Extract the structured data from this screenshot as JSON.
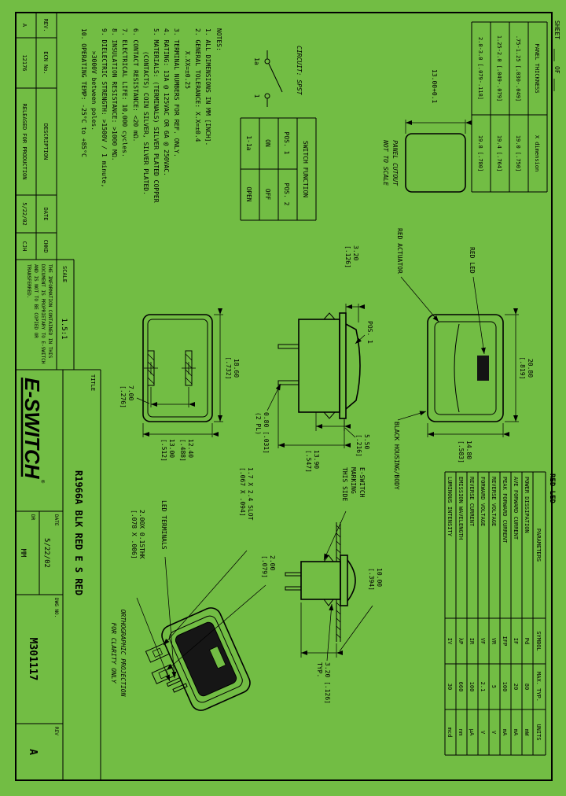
{
  "colors": {
    "bg": "#72bd44",
    "ink": "#000000"
  },
  "margin": {
    "sheet": "SHEET",
    "of": "OF"
  },
  "panel_table": {
    "h1": "PANEL THICKNESS",
    "h2": "X dimension",
    "rows": [
      [
        ".75-1.25 [.030-.049]",
        "19.0 [.750]"
      ],
      [
        "1.25-2.0 [.049-.079]",
        "19.4 [.764]"
      ],
      [
        "2.0-3.0 [.079-.118]",
        "19.8 [.780]"
      ]
    ]
  },
  "cutout": {
    "dim": "13.00+0.1",
    "label1": "PANEL CUTOUT",
    "label2": "NOT TO SCALE"
  },
  "circuit": {
    "caption": "CIRCUIT: SPST",
    "term_a": "1a",
    "term_b": "1"
  },
  "func_table": {
    "title": "SWITCH FUNCTION",
    "col1": "POS. 1",
    "col2": "POS. 2",
    "r1": [
      "ON",
      "OFF"
    ],
    "r2": [
      "1-1a",
      "OPEN"
    ]
  },
  "notes": {
    "title": "NOTES:",
    "items": [
      "1. ALL DIMENSIONS IN MM [INCH].",
      "2. GENERAL TOLERANCE: X.X=±0.4",
      "      X.XX=±0.25",
      "3. TERMINAL NUMBERS FOR REF. ONLY.",
      "4. RATING: 13A @ 125VAC OR 6A @ 250VAC.",
      "5. MATERIALS: (TERMINALS) SILVER PLATED COPPER",
      "      (CONTACTS) COIN SILVER, SILVER PLATED.",
      "6. CONTACT RESISTANCE: <20 mΩ.",
      "7. ELECTRICAL LIFE: 10,000 cycles.",
      "8. INSULATION RESISTANCE: >1000 MΩ.",
      "9. DIELECTRIC STRENGTH: >1500V / 1 minute,",
      "      >3000V between poles.",
      "10. OPERATING TEMP: -25°C to +85°C"
    ]
  },
  "face": {
    "dim_w": [
      "20.80",
      "[.819]"
    ],
    "dim_h": [
      "14.80",
      "[.583]"
    ]
  },
  "side": {
    "dim_protrusion": [
      "3.20",
      "[.126]"
    ],
    "dim_lip": [
      "5.50",
      "[.216]"
    ],
    "dim_h": [
      "13.90",
      "[.547]"
    ],
    "dim_term": [
      "0.80 [.031]",
      "(2 PL)"
    ],
    "pos1": "POS. 1"
  },
  "bottomv": {
    "dim_w": [
      "18.60",
      "[.732]"
    ],
    "dim_h1": [
      "12.40",
      "[.488]"
    ],
    "dim_h2": [
      "13.00",
      "[.512]"
    ],
    "dim_pitch": [
      "7.00",
      "[.276]"
    ]
  },
  "mount": {
    "dim_depth": [
      "10.00",
      "[.394]"
    ],
    "dim_gap": [
      "3.20 [.126]",
      "TYP."
    ],
    "marking": [
      "E-SWITCH",
      "MARKING",
      "THIS SIDE"
    ]
  },
  "pict": {
    "slot": [
      "1.7 X 2.4 SLOT",
      "[.067 X .094]"
    ],
    "slot_off": [
      "2.00",
      "[.079]"
    ],
    "led_terms": "LED TERMINALS",
    "led_dim": [
      "2.00X 0.15THK",
      "[.078 X .006]"
    ],
    "ortho": [
      "ORTHOGRAPHIC PROJECTION",
      "FOR CLARITY ONLY"
    ]
  },
  "callouts": {
    "red_led": "RED LED",
    "red_actuator": "RED ACTUATOR",
    "housing": "BLACK HOUSING/BODY"
  },
  "led_table": {
    "title": "RED LED",
    "headers": [
      "PARAMETERS",
      "SYMBOL",
      "MAX. TYP.",
      "UNITS"
    ],
    "rows": [
      [
        "POWER DISSIPATION",
        "Pd",
        "80",
        "mW"
      ],
      [
        "AVE FORWARD CURRENT",
        "IF",
        "20",
        "mA"
      ],
      [
        "PEAK FORWARD CURRENT",
        "IFP",
        "100",
        "mA"
      ],
      [
        "REVERSE VOLTAGE",
        "VR",
        "5",
        "V"
      ],
      [
        "FORWARD VOLTAGE",
        "VF",
        "2.1",
        "V"
      ],
      [
        "REVERSE CURRENT",
        "IR",
        "100",
        "µA"
      ],
      [
        "EMISSION WAVELENGTH",
        "λP",
        "660",
        "nm"
      ],
      [
        "LUMINOUS INTENSITY",
        "IV",
        "30",
        "mcd"
      ]
    ]
  },
  "title_block": {
    "rev_headers": [
      "REV.",
      "ECN No.",
      "DESCRIPTION",
      "DATE",
      "CHKD"
    ],
    "rev_row": [
      "A",
      "12176",
      "RELEASED FOR PRODUCTION",
      "5/22/02",
      "CJH"
    ],
    "prop_lines": [
      "THE INFORMATION CONTAINED IN THIS",
      "DOCUMENT IS PROPRIETARY TO E-SWITCH",
      "AND IS NOT TO BE COPIED OR",
      "TRANSFERRED."
    ],
    "scale_label": "SCALE",
    "scale_value": "1.5:1",
    "title_label": "TITLE",
    "title_value": "R1966A BLK RED E S RED",
    "logo": "E-SWITCH",
    "logo_reg": "®",
    "date_label": "DATE",
    "date_value": "5/22/02",
    "dr_label": "DR",
    "dr_value": "MM",
    "dwg_label": "DWG NO.",
    "dwg_value": "M301117",
    "rev_label": "REV",
    "rev_value": "A"
  }
}
